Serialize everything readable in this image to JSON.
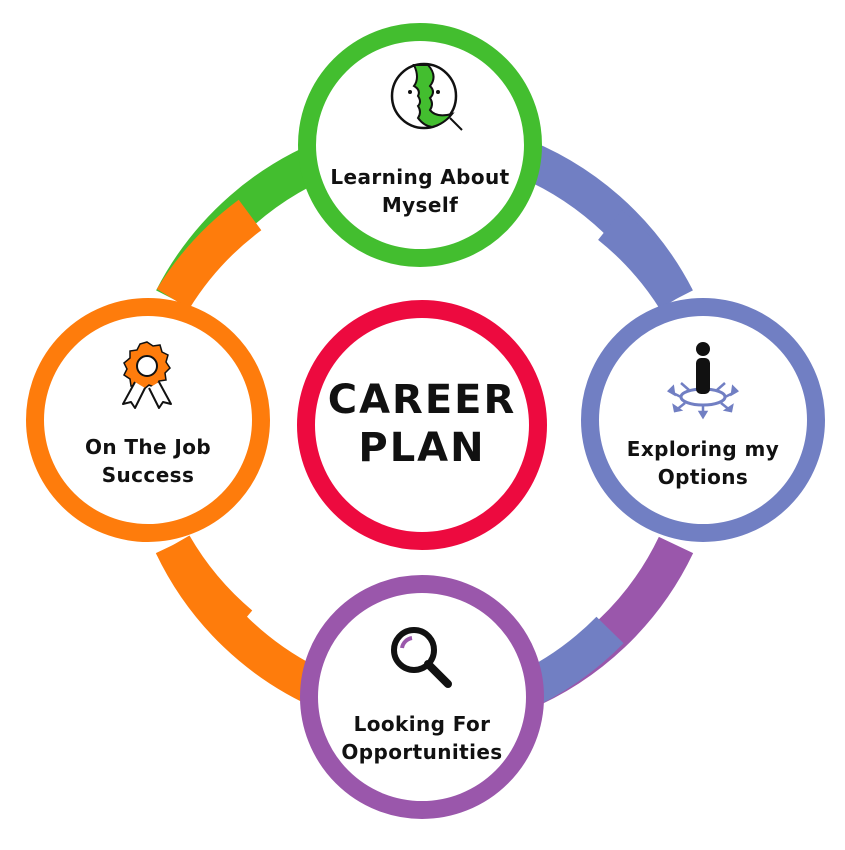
{
  "center": {
    "line1": "CAREER",
    "line2": "PLAN",
    "color": "#ed0a3f"
  },
  "nodes": {
    "top": {
      "line1": "Learning About",
      "line2": "Myself",
      "color": "#43be2f",
      "icon": "two-faces-icon"
    },
    "right": {
      "line1": "Exploring my",
      "line2": "Options",
      "color": "#717fc3",
      "icon": "person-directions-icon"
    },
    "bottom": {
      "line1": "Looking For",
      "line2": "Opportunities",
      "color": "#9a57ab",
      "icon": "magnifying-glass-icon"
    },
    "left": {
      "line1": "On The Job",
      "line2": "Success",
      "color": "#fe7c0c",
      "icon": "award-ribbon-icon"
    }
  }
}
